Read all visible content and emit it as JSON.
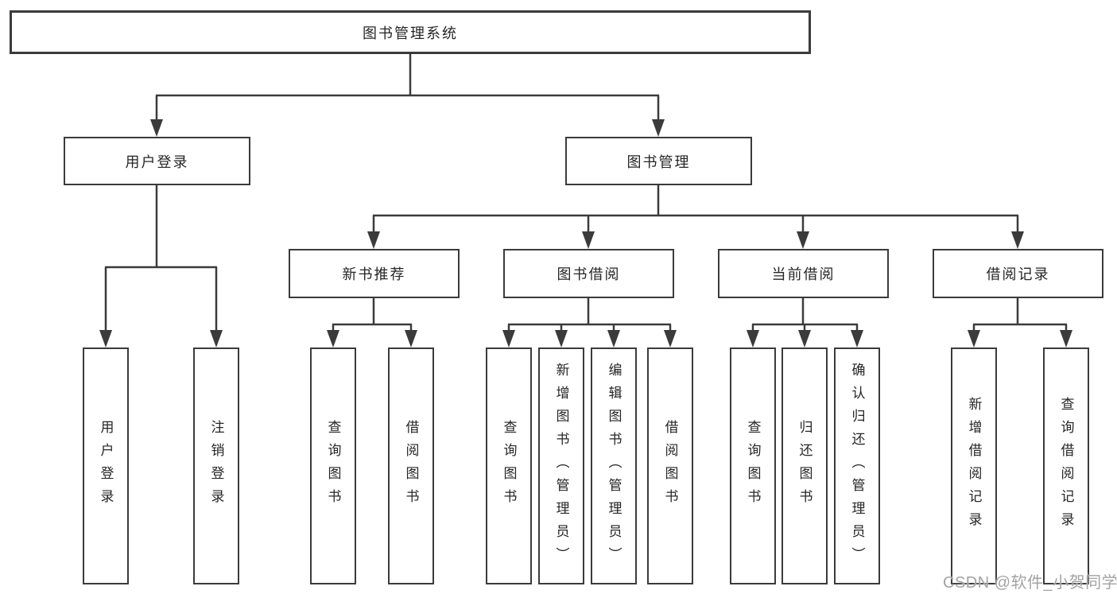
{
  "colors": {
    "line": "#3b3b3b",
    "text": "#262626",
    "background": "#ffffff",
    "watermark_color": "#a3a3a3"
  },
  "watermark": "CSDN @软件_小贺同学",
  "tree": {
    "root": "图书管理系统",
    "branches": [
      {
        "label": "用户登录",
        "children": [
          "用户登录",
          "注销登录"
        ]
      },
      {
        "label": "图书管理",
        "groups": [
          {
            "label": "新书推荐",
            "children": [
              "查询图书",
              "借阅图书"
            ]
          },
          {
            "label": "图书借阅",
            "children": [
              "查询图书",
              "新增图书（管理员）",
              "编辑图书（管理员）",
              "借阅图书"
            ]
          },
          {
            "label": "当前借阅",
            "children": [
              "查询图书",
              "归还图书",
              "确认归还（管理员）"
            ]
          },
          {
            "label": "借阅记录",
            "children": [
              "新增借阅记录",
              "查询借阅记录"
            ]
          }
        ]
      }
    ]
  }
}
